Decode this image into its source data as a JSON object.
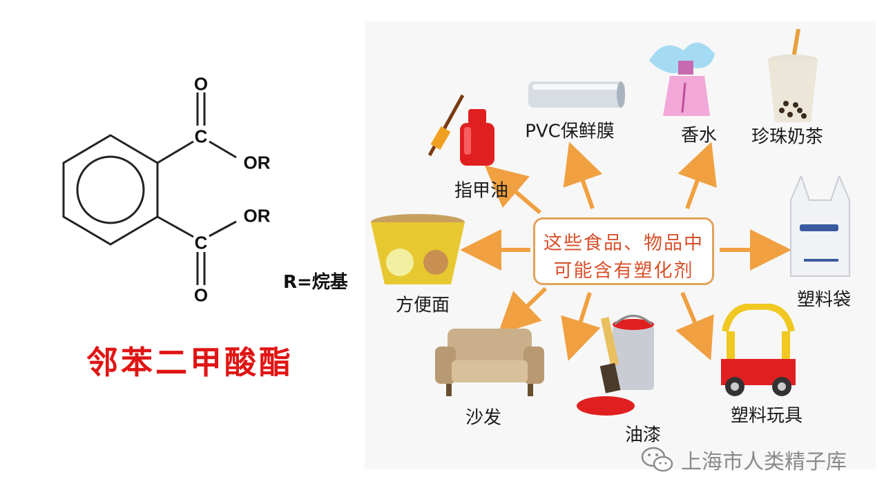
{
  "molecule": {
    "atoms": {
      "o_top": "O",
      "c_top": "C",
      "or_top": "OR",
      "or_bottom": "OR",
      "c_bottom": "C",
      "o_bottom": "O"
    },
    "r_definition": "R=烷基",
    "name": "邻苯二甲酸酯"
  },
  "center_box": {
    "line1": "这些食品、物品中",
    "line2": "可能含有塑化剂"
  },
  "items": [
    {
      "label": "指甲油",
      "icon": "nail-polish-icon"
    },
    {
      "label": "PVC保鲜膜",
      "icon": "plastic-wrap-icon"
    },
    {
      "label": "香水",
      "icon": "perfume-icon"
    },
    {
      "label": "珍珠奶茶",
      "icon": "bubble-tea-icon"
    },
    {
      "label": "方便面",
      "icon": "instant-noodles-icon"
    },
    {
      "label": "塑料袋",
      "icon": "plastic-bag-icon"
    },
    {
      "label": "沙发",
      "icon": "sofa-icon"
    },
    {
      "label": "油漆",
      "icon": "paint-bucket-icon"
    },
    {
      "label": "塑料玩具",
      "icon": "toy-car-icon"
    }
  ],
  "watermark": {
    "text": "上海市人类精子库",
    "icon": "wechat-icon"
  },
  "colors": {
    "title_red": "#e01515",
    "center_text": "#d8502a",
    "arrow": "#f0a040",
    "box_border": "#e0a35a"
  }
}
